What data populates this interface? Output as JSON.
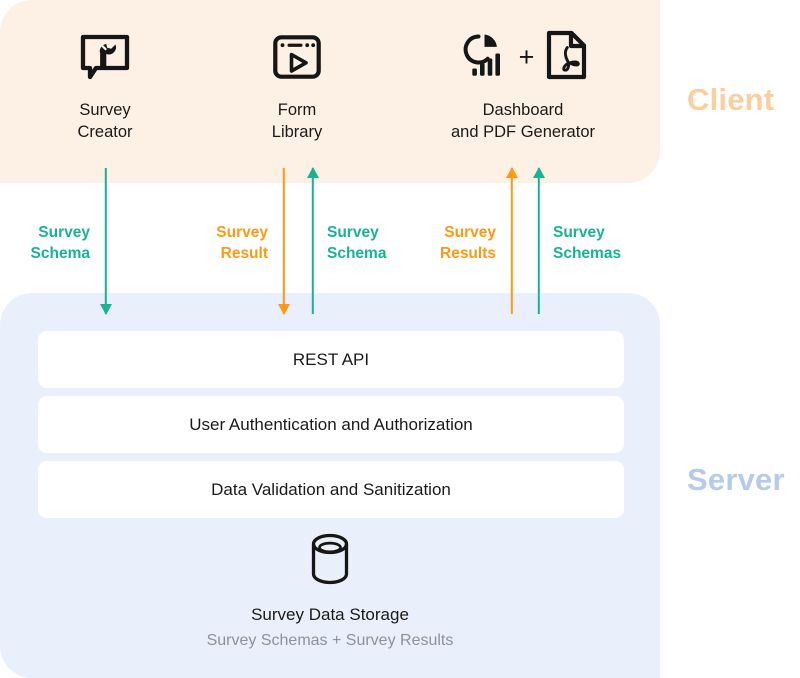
{
  "zones": {
    "client": {
      "label": "Client",
      "color": "#FBCE9D",
      "panel_color": "#FDF1E6"
    },
    "server": {
      "label": "Server",
      "color": "#B4CBEC",
      "panel_color": "#EAF0FB"
    }
  },
  "client_nodes": [
    {
      "label": "Survey\nCreator",
      "icon": "speech-bubble-wrench-icon"
    },
    {
      "label": "Form\nLibrary",
      "icon": "browser-play-icon"
    },
    {
      "label": "Dashboard\nand PDF Generator",
      "icon": "pie-bar-chart-icon",
      "icon2": "pdf-document-icon",
      "connector": "+"
    }
  ],
  "flows": [
    {
      "label": "Survey\nSchema",
      "direction": "down",
      "color": "#19B394"
    },
    {
      "label": "Survey\nResult",
      "direction": "down",
      "color": "#FF9814"
    },
    {
      "label": "Survey\nSchema",
      "direction": "up",
      "color": "#19B394"
    },
    {
      "label": "Survey\nResults",
      "direction": "up",
      "color": "#FF9814"
    },
    {
      "label": "Survey\nSchemas",
      "direction": "up",
      "color": "#19B394"
    }
  ],
  "server_cards": [
    {
      "label": "REST API"
    },
    {
      "label": "User Authentication and Authorization"
    },
    {
      "label": "Data Validation and Sanitization"
    }
  ],
  "storage": {
    "icon": "database-cylinder-icon",
    "title": "Survey Data Storage",
    "subtitle": "Survey Schemas + Survey Results"
  }
}
